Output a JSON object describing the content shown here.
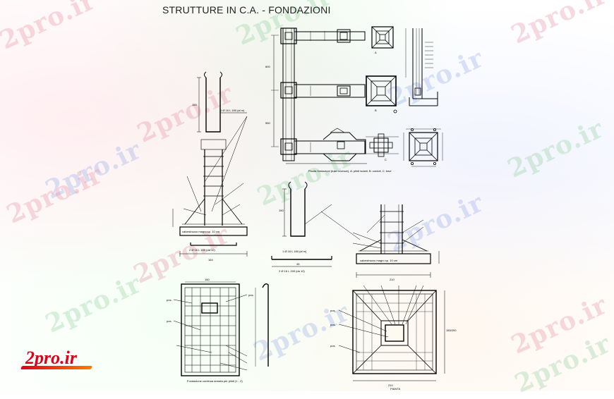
{
  "title": "STRUTTURE IN C.A. - FONDAZIONI",
  "logo": "2pro.ir",
  "watermark": "2pro.ir",
  "colors": {
    "logo": "#e0001b",
    "line": "#000000",
    "wm_pink": "#e696a5",
    "wm_green": "#96d2a0",
    "wm_blue": "#96aae6"
  },
  "dims": {
    "left_top_height": "150",
    "left_base_width": "164",
    "mid_stirrup_height": "150",
    "mid_stirrup_width": "45",
    "right_base_width": "210",
    "plan_left_width": "160",
    "plan_right_width": "210",
    "plan_right_height": "150/200",
    "plan_height_a": "600",
    "plan_height_b": "550"
  },
  "labels": {
    "plan_caption": "Pianta fondazioni (travi rovesce), A: plinti isolati, B: cordoli, C: travi",
    "mid_bar_note": "1 Ø 16 L 180 (al m)",
    "mid_bar_note2": "2 Ø 16 L 150 (da 12)",
    "plan_left_caption": "Fondazione continua armata per plinti (1 - 2)",
    "plan_right_caption": "PIANTA",
    "left_blinding": "calcestruzzo magro sp. 10 cm",
    "right_blinding": "calcestruzzo magro sp. 10 cm",
    "bar_note_left": "1 Ø 16 L 180 (al m)",
    "label_a": "A",
    "label_b": "B",
    "label_c": "C",
    "pos_tag": "pos."
  }
}
